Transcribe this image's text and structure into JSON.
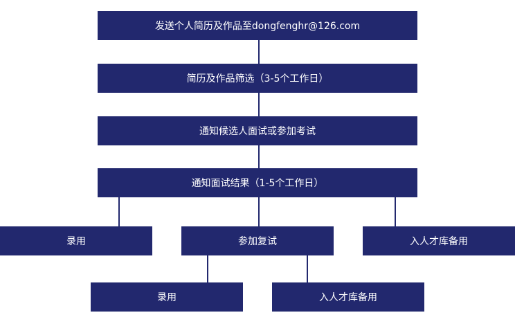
{
  "colors": {
    "box_fill": "#22286e",
    "box_text": "#ffffff",
    "line": "#22286e",
    "background": "#ffffff"
  },
  "steps": {
    "send_resume": "发送个人简历及作品至dongfenghr@126.com",
    "screening": "简历及作品筛选（3-5个工作日）",
    "notify_interview": "通知候选人面试或参加考试",
    "notify_result": "通知面试结果（1-5个工作日）"
  },
  "outcomes": {
    "hire": "录用",
    "second_interview": "参加复试",
    "talent_pool": "入人才库备用"
  },
  "second_outcomes": {
    "hire": "录用",
    "talent_pool": "入人才库备用"
  }
}
